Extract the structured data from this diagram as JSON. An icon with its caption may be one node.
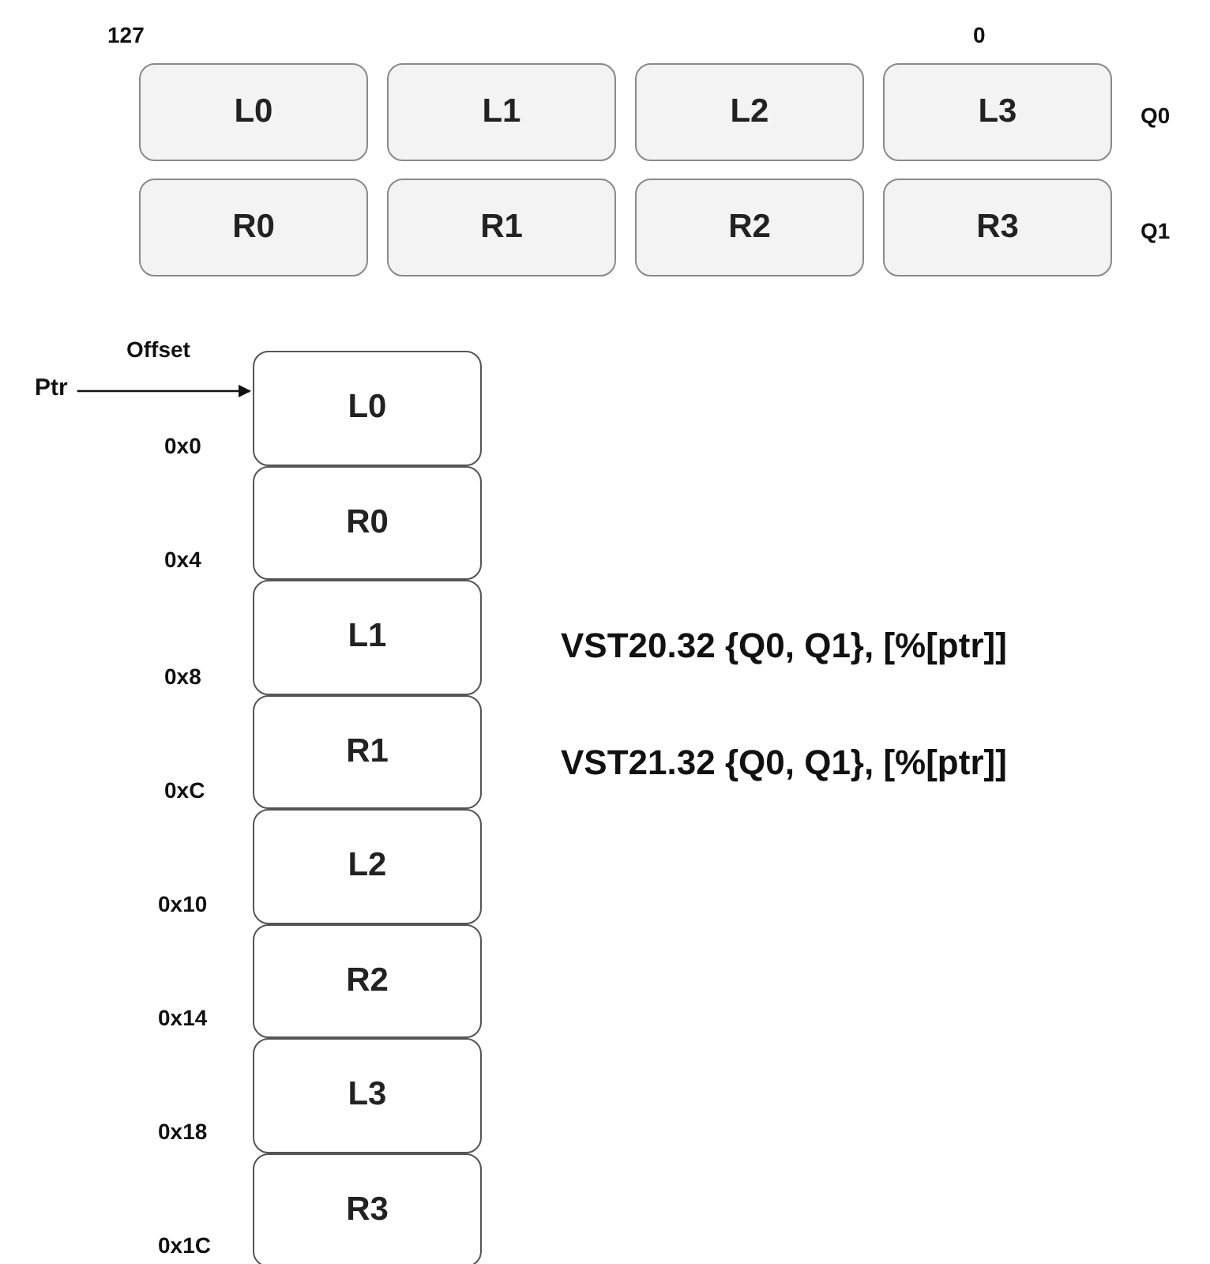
{
  "diagram": {
    "nodes": [
      {
        "text": [
          "L0"
        ]
      },
      {
        "text": [
          "L1"
        ]
      },
      {
        "text": [
          "L2"
        ]
      },
      {
        "text": [
          "L3"
        ]
      },
      {
        "text": [
          "R0"
        ]
      },
      {
        "text": [
          "R1"
        ]
      },
      {
        "text": [
          "R2"
        ]
      },
      {
        "text": [
          "R3"
        ]
      },
      {
        "text": [
          "Ptr"
        ]
      },
      {
        "text": [
          "L0"
        ]
      },
      {
        "text": [
          "R0"
        ]
      },
      {
        "text": [
          "L1"
        ]
      },
      {
        "text": [
          "R1"
        ]
      },
      {
        "text": [
          "L2"
        ]
      },
      {
        "text": [
          "R2"
        ]
      },
      {
        "text": [
          "L3"
        ]
      },
      {
        "text": [
          "R3"
        ]
      }
    ],
    "edges": [
      {
        "from": 8,
        "to": 9,
        "arrow": "to"
      }
    ],
    "labels": [
      "127",
      "0",
      "Q0",
      "Q1",
      "Offset",
      "0x0",
      "0x4",
      "0x8",
      "VST20.32 {Q0, Q1}, [%[ptr]]",
      "0xC",
      "VST21.32 {Q0, Q1}, [%[ptr]]",
      "0x10",
      "0x14",
      "0x18",
      "0x1C"
    ]
  }
}
